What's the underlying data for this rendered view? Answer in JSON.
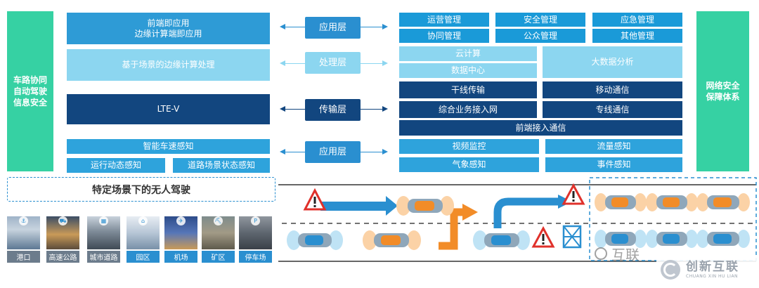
{
  "left_column": "车路协同自动驾驶信息安全",
  "right_column": "网络安全保障体系",
  "left_boxes": {
    "app_line1": "前端即应用",
    "app_line2": "边缘计算端即应用",
    "processing": "基于场景的边缘计算处理",
    "ltev": "LTE-V",
    "smart_sense": "智能车速感知",
    "dynamic_sense": "运行动态感知",
    "road_state": "道路场景状态感知"
  },
  "layers": {
    "application_top": "应用层",
    "processing": "处理层",
    "transmission": "传输层",
    "application_bottom": "应用层"
  },
  "right_boxes": {
    "ops_mgmt": "运营管理",
    "security_mgmt": "安全管理",
    "emergency_mgmt": "应急管理",
    "coop_mgmt": "协同管理",
    "public_mgmt": "公众管理",
    "other_mgmt": "其他管理",
    "cloud": "云计算",
    "data_center": "数据中心",
    "big_data": "大数据分析",
    "trunk": "干线传输",
    "mobile": "移动通信",
    "integrated_access": "综合业务接入网",
    "dedicated": "专线通信",
    "frontend_access": "前端接入通信",
    "video": "视频监控",
    "flow": "流量感知",
    "weather": "气象感知",
    "incident": "事件感知"
  },
  "scenario_title": "特定场景下的无人驾驶",
  "tiles": [
    "港口",
    "高速公路",
    "城市道路",
    "园区",
    "机场",
    "矿区",
    "停车场"
  ],
  "watermark": "互联",
  "logo": {
    "name": "创新互联",
    "pinyin": "CHUANG XIN HU LIAN"
  },
  "colors": {
    "primary_blue": "#2e9bd6",
    "light_blue": "#8cd6f0",
    "dark_navy": "#12467f",
    "side_green": "#36d1a3",
    "car_orange": "#f28c28"
  }
}
